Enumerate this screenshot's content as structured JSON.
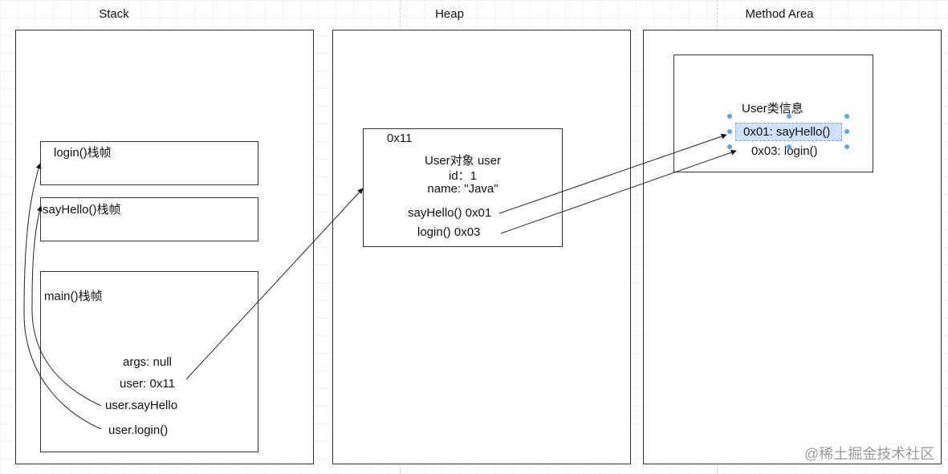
{
  "titles": {
    "stack": "Stack",
    "heap": "Heap",
    "method_area": "Method Area"
  },
  "stack": {
    "frames": {
      "login": "login()栈帧",
      "say_hello": "sayHello()栈帧",
      "main": "main()栈帧"
    },
    "main_items": {
      "args": "args: null",
      "user": "user: 0x11",
      "say_hello_call": "user.sayHello",
      "login_call": "user.login()"
    }
  },
  "heap": {
    "address": "0x11",
    "object_title": "User对象 user",
    "id": "id：1",
    "name": "name: \"Java\"",
    "say_hello_ref": "sayHello() 0x01",
    "login_ref": "login() 0x03"
  },
  "method_area": {
    "class_info_title": "User类信息",
    "entry_say_hello": "0x01: sayHello()",
    "entry_login": "0x03: login()"
  },
  "colors": {
    "selection_fill": "#cfe0fb",
    "handle": "#5aa7e8",
    "stroke": "#333333"
  },
  "watermark": "@稀土掘金技术社区"
}
